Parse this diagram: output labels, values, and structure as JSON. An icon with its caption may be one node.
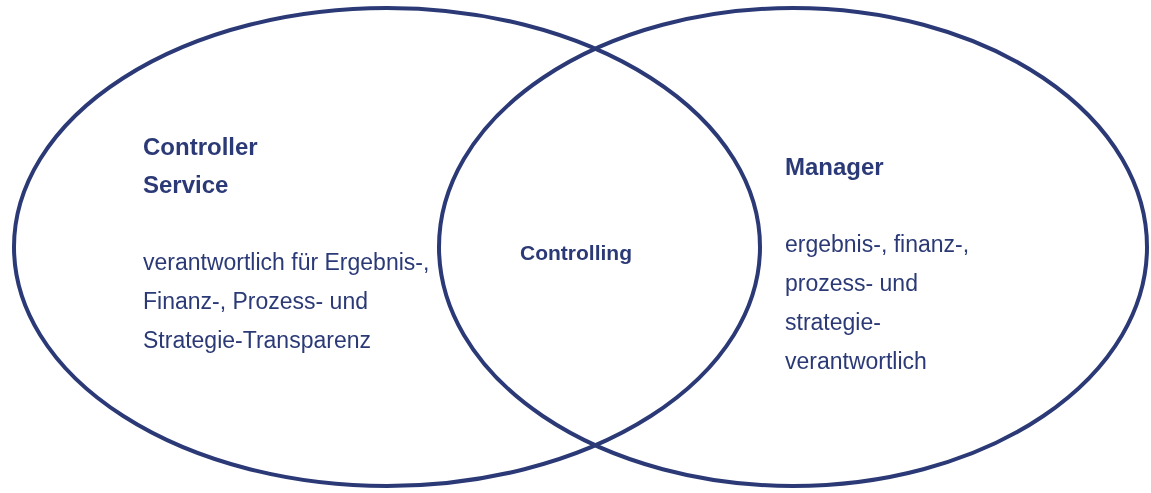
{
  "diagram": {
    "nodes": [
      {
        "text": [
          "Controller Service",
          "verantwortlich für Ergebnis-, Finanz-, Prozess- und Strategie-Transparenz"
        ]
      },
      {
        "text": [
          "Manager",
          "ergebnis-, finanz-, prozess- und strategie- verantwortlich"
        ]
      }
    ],
    "labels": [
      "Controlling"
    ]
  }
}
